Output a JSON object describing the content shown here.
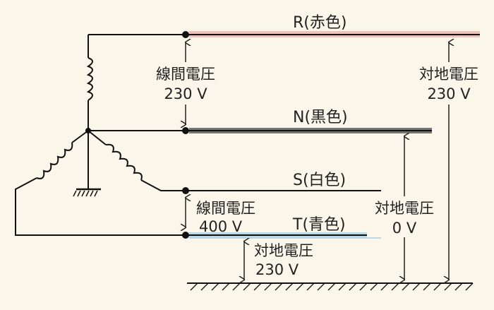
{
  "phases": {
    "r": {
      "label": "R(赤色)",
      "color": "#e8a9a4"
    },
    "n": {
      "label": "N(黒色)",
      "color": "#333333"
    },
    "s": {
      "label": "S(白色)",
      "color": "#ffffff"
    },
    "t": {
      "label": "T(青色)",
      "color": "#a9cde0"
    }
  },
  "annotations": {
    "line_voltage_rn": {
      "label": "線間電圧",
      "value": "230 V"
    },
    "line_voltage_st": {
      "label": "線間電圧",
      "value": "400 V"
    },
    "ground_voltage_r": {
      "label": "対地電圧",
      "value": "230 V"
    },
    "ground_voltage_n": {
      "label": "対地電圧",
      "value": "0 V"
    },
    "ground_voltage_t": {
      "label": "対地電圧",
      "value": "230 V"
    }
  }
}
